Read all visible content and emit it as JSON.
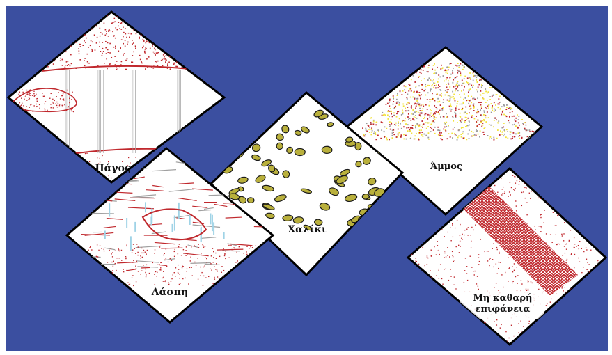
{
  "colors": {
    "background": "#3b4fa0",
    "tile": "#ffffff",
    "border": "#000000",
    "dot_red": "#c0282d",
    "pebble": "#b9b03c",
    "sand_yellow": "#f2e23a",
    "ice_blue": "#9fd3e6"
  },
  "tiles": [
    {
      "id": "ice",
      "label": "Πάγος"
    },
    {
      "id": "mud",
      "label": "Λάσπη"
    },
    {
      "id": "gravel",
      "label": "Χαλίκι"
    },
    {
      "id": "sand",
      "label": "Άμμος"
    },
    {
      "id": "dirty",
      "label": "Μη καθαρή",
      "label2": "επιφάνεια"
    }
  ]
}
